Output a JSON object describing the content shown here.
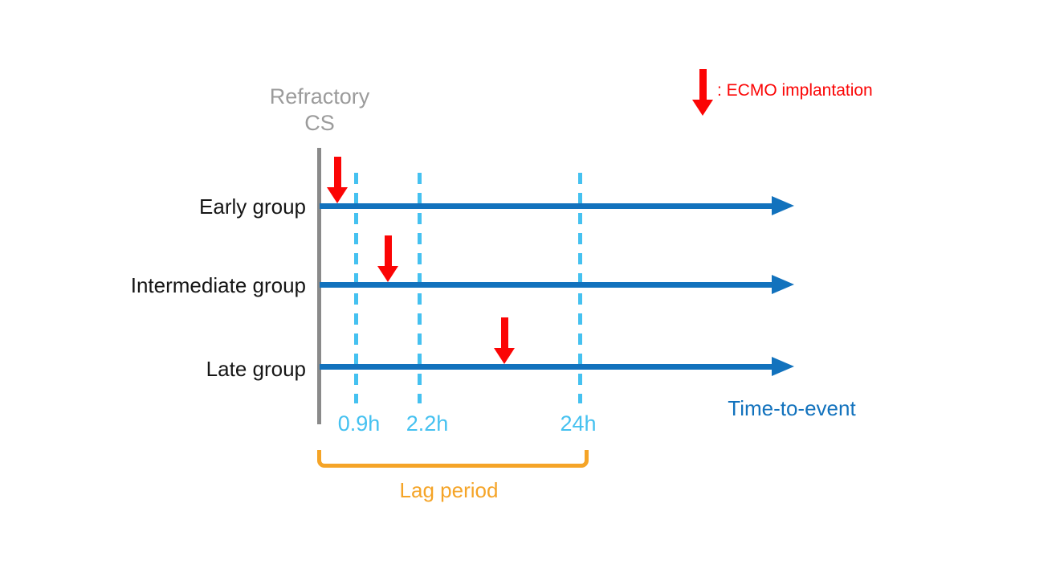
{
  "origin": {
    "line1": "Refractory",
    "line2": "CS"
  },
  "groups": [
    {
      "label": "Early group"
    },
    {
      "label": "Intermediate group"
    },
    {
      "label": "Late group"
    }
  ],
  "time_markers": [
    {
      "label": "0.9h"
    },
    {
      "label": "2.2h"
    },
    {
      "label": "24h"
    }
  ],
  "axis_label": "Time-to-event",
  "lag_period_label": "Lag period",
  "legend": {
    "icon": "ecmo-red-down-arrow",
    "label": ": ECMO implantation"
  },
  "colors": {
    "timeline_blue": "#1272bd",
    "marker_light_blue": "#45c1f0",
    "ecmo_red": "#fb0505",
    "lag_orange": "#f5a427",
    "origin_gray": "#9b9b9b",
    "label_black": "#161616"
  }
}
